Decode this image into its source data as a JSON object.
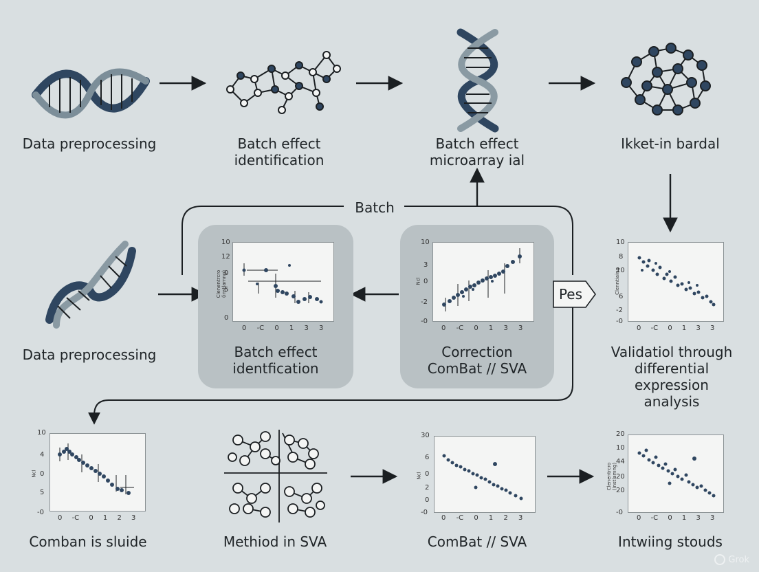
{
  "top_row": {
    "step1": "Data preprocessing",
    "step2_l1": "Batch effect",
    "step2_l2": "identification",
    "step3_l1": "Batch effect",
    "step3_l2": "microarray ial",
    "step4": "Ikket-in bardal"
  },
  "middle_row": {
    "batch_loop_label": "Batch",
    "step1": "Data preprocessing",
    "panel1_l1": "Batch effect",
    "panel1_l2": "identfication",
    "panel2_l1": "Correction",
    "panel2_l2": "ComBat // SVA",
    "pes_tag": "Pes",
    "step4_l1": "Validatiol through",
    "step4_l2": "differential",
    "step4_l3": "expression",
    "step4_l4": "analysis"
  },
  "bottom_row": {
    "step1": "Comban is sluide",
    "step2": "Methiod in SVA",
    "step3": "ComBat // SVA",
    "step4": "Intwiing stouds"
  },
  "watermark": "Grok",
  "colors": {
    "background": "#d9dfe1",
    "panel": "#b9c1c4",
    "dot": "#2f4660",
    "line": "#1b1f22"
  },
  "plots": {
    "p_mid1": {
      "yticks": [
        "10",
        "12",
        "0",
        "5",
        "0"
      ],
      "xticks": [
        "0",
        "-C",
        "0",
        "1",
        "3",
        "3"
      ],
      "ylabel": "Clenentrcro (instlamng)"
    },
    "p_mid2": {
      "yticks": [
        "10",
        "3",
        "0",
        "-2",
        "-0"
      ],
      "xticks": [
        "0",
        "-C",
        "0",
        "1",
        "3",
        "3"
      ],
      "ylabel": "Ncl"
    },
    "p_mid3": {
      "yticks": [
        "10",
        "8",
        "10",
        "6",
        "-2",
        "-0"
      ],
      "xticks": [
        "0",
        "-C",
        "0",
        "1",
        "3",
        "3"
      ],
      "ylabel": "Clenntiaing"
    },
    "p_bot1": {
      "yticks": [
        "10",
        "4",
        "0",
        "5",
        "-0"
      ],
      "xticks": [
        "0",
        "-C",
        "0",
        "1",
        "2",
        "3"
      ],
      "ylabel": "Ncl"
    },
    "p_bot3": {
      "yticks": [
        "30",
        "6",
        "0",
        "2",
        "0",
        "-0"
      ],
      "xticks": [
        "0",
        "-C",
        "0",
        "1",
        "2",
        "3"
      ],
      "ylabel": "Ncl"
    },
    "p_bot4": {
      "yticks": [
        "20",
        "10",
        "44",
        "20",
        "20",
        "-0"
      ],
      "xticks": [
        "0",
        "-C",
        "0",
        "1",
        "3",
        "3"
      ],
      "ylabel": "Clenentrcro (instlamng)"
    }
  }
}
